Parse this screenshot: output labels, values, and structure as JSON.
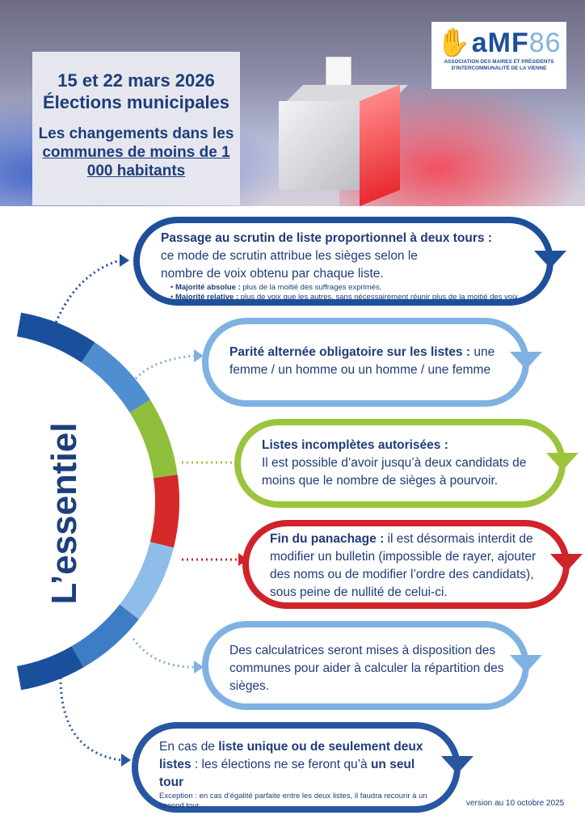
{
  "header": {
    "date": "15 et 22 mars 2026",
    "title": "Élections municipales",
    "subtitle_pre": "Les changements dans les ",
    "subtitle_u": "communes de moins de 1 000 habitants"
  },
  "logo": {
    "name": "aMF",
    "number": "86",
    "line1": "ASSOCIATION DES MAIRES ET PRÉSIDENTS",
    "line2": "D'INTERCOMMUNALITÉ DE LA VIENNE"
  },
  "side_title": "L’essentiel",
  "items": [
    {
      "title": "Passage au scrutin de liste proportionnel à deux tours :",
      "text": "ce mode de scrutin attribue les sièges selon le nombre de voix obtenu par chaque liste.",
      "bullets": [
        {
          "label": "Majorité absolue :",
          "text": " plus de la moitié des suffrages exprimés."
        },
        {
          "label": "Majorité relative :",
          "text": " plus de voix que les autres, sans nécessairement réunir plus de la moitié des voix"
        }
      ],
      "color": "#1d4f9a"
    },
    {
      "title": "Parité alternée obligatoire sur les listes :",
      "text": " une femme / un homme ou un homme / une femme",
      "color": "#7fb2e2"
    },
    {
      "title": "Listes incomplètes autorisées :",
      "text": "Il est possible d’avoir jusqu’à deux candidats de moins que le nombre de sièges à pourvoir.",
      "color": "#9cc43c"
    },
    {
      "title": "Fin du panachage :",
      "text": " il est désormais interdit de modifier un bulletin (impossible de rayer, ajouter des noms ou de modifier l’ordre des candidats), sous peine de nullité de celui-ci.",
      "color": "#d0232a"
    },
    {
      "text": "Des calculatrices seront mises à disposition des communes pour aider à calculer la répartition des sièges.",
      "color": "#7fb2e2"
    },
    {
      "pre": "En cas de ",
      "bold1": "liste unique ou de seulement deux listes",
      "mid": " : les élections ne se feront qu’à ",
      "bold2": "un seul tour",
      "exception": "Exception : en cas d’égalité parfaite entre les deux listes, il faudra recourir à un second tour.",
      "color": "#2657a0"
    }
  ],
  "version": "version au 10 octobre 2025"
}
